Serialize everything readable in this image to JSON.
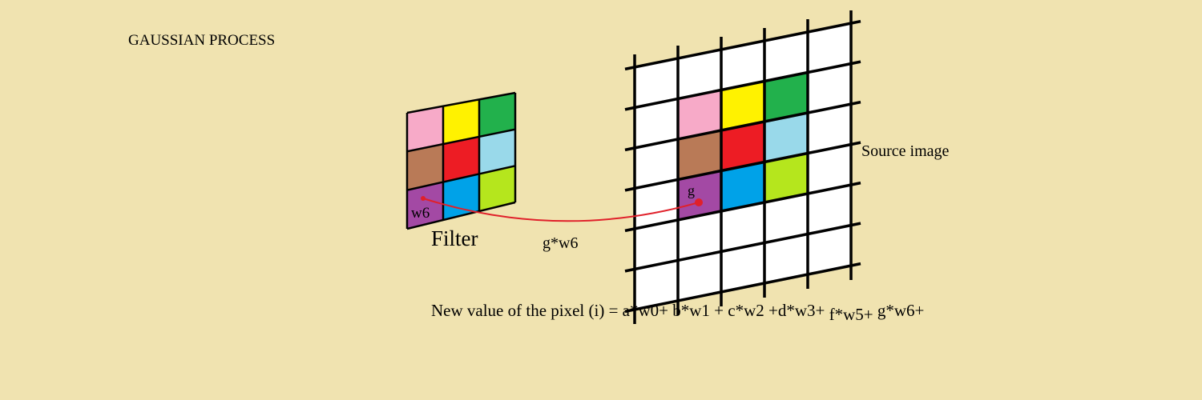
{
  "title": "GAUSSIAN PROCESS",
  "filter": {
    "label": "Filter",
    "weight_label": "w6",
    "colors": [
      "#f7aac8",
      "#fff200",
      "#22b14c",
      "#b97a57",
      "#ed1c24",
      "#99d9ea",
      "#a349a4",
      "#00a2e8",
      "#b5e61d"
    ]
  },
  "source": {
    "label": "Source image",
    "pixel_label": "g",
    "patch_colors": [
      "#f7aac8",
      "#fff200",
      "#22b14c",
      "#b97a57",
      "#ed1c24",
      "#99d9ea",
      "#a349a4",
      "#00a2e8",
      "#b5e61d"
    ],
    "background_cell_color": "#ffffff"
  },
  "connector": {
    "label": "g*w6",
    "color": "#e0202a"
  },
  "formula": {
    "part1": "New value of the pixel (i) = a*w0+ b*w1 + c*w2 +d*w3+",
    "part2": "f*w5+",
    "part3": "g*w6+"
  }
}
